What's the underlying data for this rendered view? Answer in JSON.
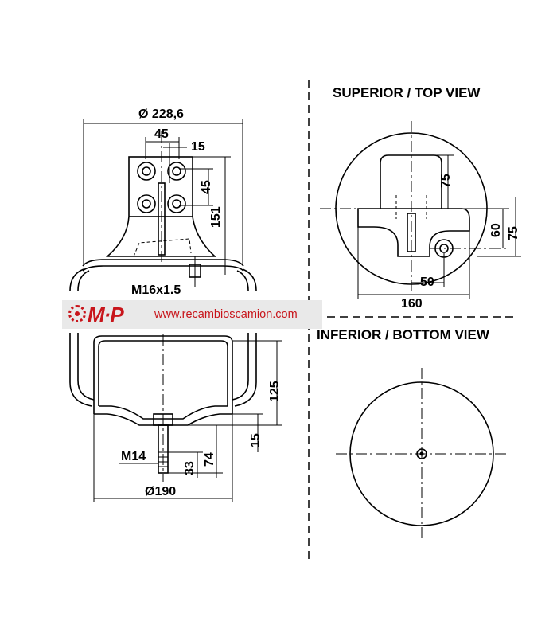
{
  "views": {
    "top_title": "SUPERIOR / TOP VIEW",
    "bottom_title": "INFERIOR / BOTTOM VIEW"
  },
  "side_view": {
    "dia_top": "Ø 228,6",
    "bolt_spacing": "45",
    "offset": "15",
    "bolt_vertical": "45",
    "plate_height": "151",
    "thread_top": "M16x1.5",
    "piston_height": "125",
    "base_offset": "15",
    "stud_length": "74",
    "stud_thread_length": "33",
    "thread_bottom": "M14",
    "dia_bottom": "Ø190"
  },
  "top_view": {
    "dim_75_plate": "75",
    "dim_60": "60",
    "dim_75_side": "75",
    "dim_50": "50",
    "dim_160": "160"
  },
  "banner": {
    "logo_text": "M·P",
    "website": "www.recambioscamion.com",
    "logo_color": "#c8151b",
    "background_color": "#e9e9e9"
  }
}
